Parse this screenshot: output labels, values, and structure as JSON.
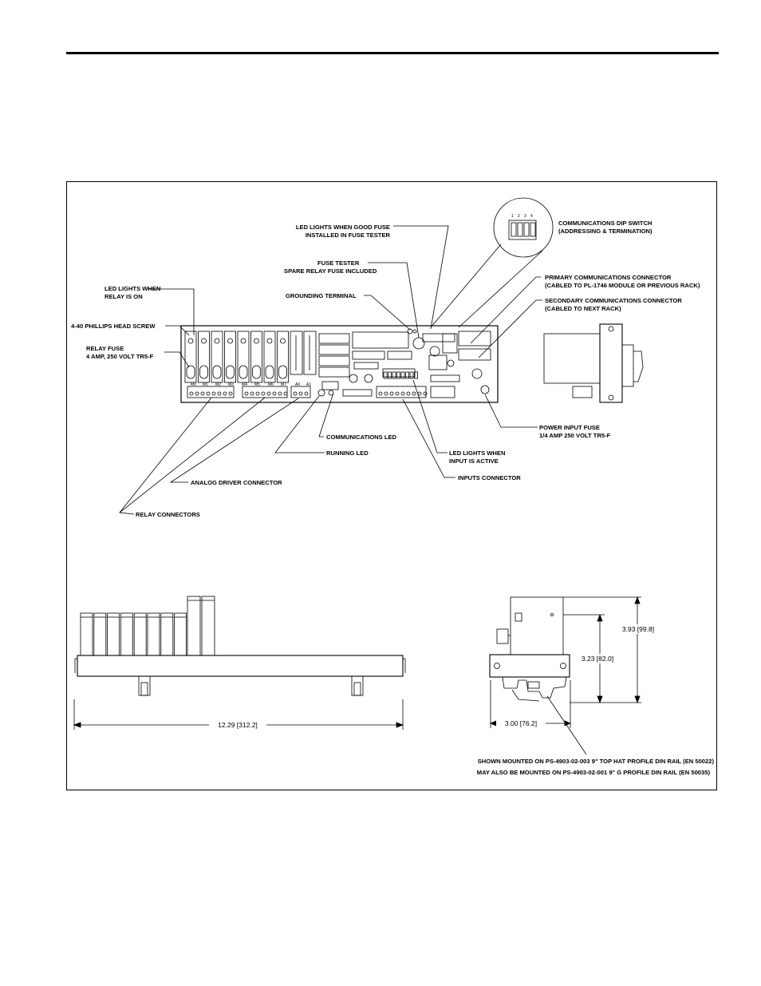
{
  "callouts": {
    "led_good_fuse_1": "LED LIGHTS WHEN GOOD FUSE",
    "led_good_fuse_2": "INSTALLED IN FUSE TESTER",
    "fuse_tester_1": "FUSE TESTER",
    "fuse_tester_2": "SPARE RELAY FUSE INCLUDED",
    "led_relay_1": "LED LIGHTS WHEN",
    "led_relay_2": "RELAY IS ON",
    "grounding": "GROUNDING TERMINAL",
    "screw": "4-40 PHILLIPS HEAD SCREW",
    "relay_fuse_1": "RELAY FUSE",
    "relay_fuse_2": "4 AMP, 250 VOLT TR5-F",
    "dip_1": "COMMUNICATIONS DIP SWITCH",
    "dip_2": "(ADDRESSING & TERMINATION)",
    "primary_1": "PRIMARY COMMUNICATIONS CONNECTOR",
    "primary_2": "(CABLED TO PL-1746 MODULE OR PREVIOUS RACK)",
    "secondary_1": "SECONDARY COMMUNICATIONS CONNECTOR",
    "secondary_2": "(CABLED TO NEXT RACK)",
    "power_fuse_1": "POWER INPUT FUSE",
    "power_fuse_2": "1/4 AMP 250 VOLT TR5-F",
    "comm_led": "COMMUNICATIONS LED",
    "running_led": "RUNNING LED",
    "input_led_1": "LED LIGHTS WHEN",
    "input_led_2": "INPUT IS ACTIVE",
    "inputs_conn": "INPUTS CONNECTOR",
    "analog_conn": "ANALOG DRIVER CONNECTOR",
    "relay_conn": "RELAY CONNECTORS"
  },
  "board_labels": [
    "M0",
    "M1",
    "M2",
    "M3",
    "M4",
    "M5",
    "M6",
    "M7",
    "A0",
    "A1"
  ],
  "dimensions": {
    "length": "12.29  [312.2]",
    "height_total": "3.93  [99.8]",
    "height_rail": "3.23  [82.0]",
    "width": "3.00  [76.2]"
  },
  "notes": {
    "mount_1": "SHOWN MOUNTED ON PS-4903-02-003 9\" TOP HAT PROFILE DIN RAIL (EN 50022)",
    "mount_2": "MAY ALSO BE MOUNTED ON PS-4903-02-001 9\" G PROFILE DIN RAIL (EN 50035)"
  }
}
